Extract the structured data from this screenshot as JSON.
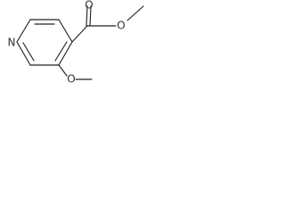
{
  "structure": {
    "atoms": {
      "ring_nitrogen": "N",
      "carbonyl_oxygen": "O",
      "ester_oxygen": "O",
      "methoxy_oxygen": "O"
    }
  },
  "colors": {
    "bond": "#222222",
    "label": "#333333",
    "background": "#ffffff"
  }
}
